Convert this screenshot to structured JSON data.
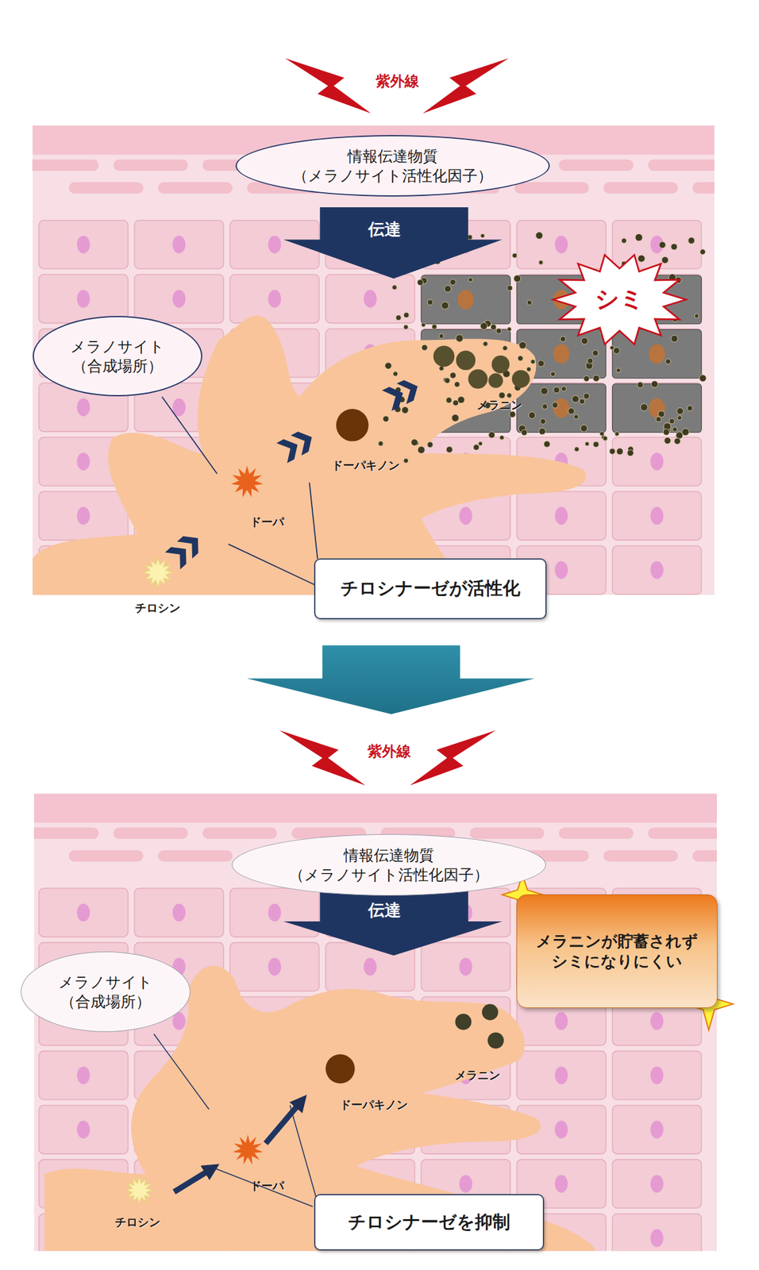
{
  "diagram": {
    "nodes": [
      {
        "text": [
          "情報伝達物質",
          "（メラノサイト活性化因子）"
        ]
      },
      {
        "text": [
          "メラノサイト",
          "（合成場所）"
        ]
      },
      {
        "text": [
          "チロシナーゼが活性化"
        ]
      },
      {
        "text": [
          "シミ"
        ]
      },
      {
        "text": [
          "情報伝達物質",
          "（メラノサイト活性化因子）"
        ]
      },
      {
        "text": [
          "メラノサイト",
          "（合成場所）"
        ]
      },
      {
        "text": [
          "チロシナーゼを抑制"
        ]
      },
      {
        "text": [
          "メラニンが貯蓄されず シミになりにくい"
        ]
      }
    ],
    "labels": [
      "紫外線",
      "伝達",
      "チロシン",
      "ドーパ",
      "ドーパキノン",
      "メラニン",
      "紫外線",
      "伝達",
      "チロシン",
      "ドーパ",
      "ドーパキノン",
      "メラニン"
    ]
  }
}
